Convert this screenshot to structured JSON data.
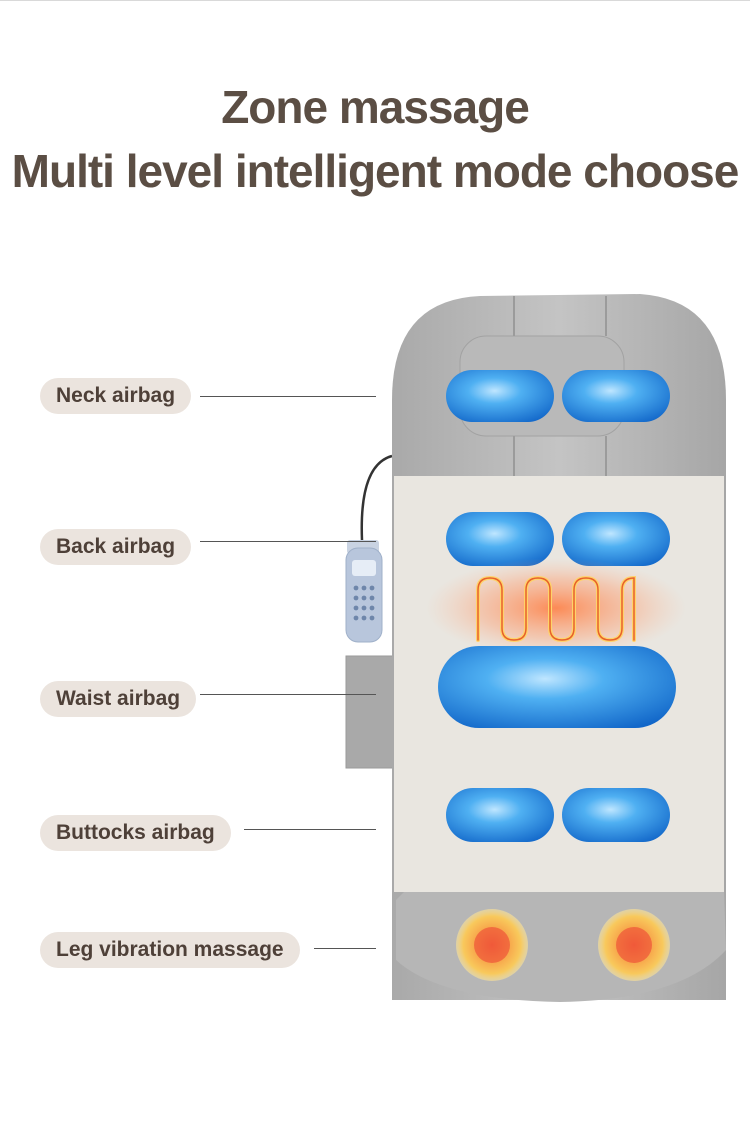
{
  "heading": {
    "line1": "Zone massage",
    "line2": "Multi level intelligent mode choose"
  },
  "labels": {
    "neck": "Neck airbag",
    "back": "Back airbag",
    "waist": "Waist airbag",
    "buttocks": "Buttocks airbag",
    "leg": "Leg vibration massage"
  },
  "colors": {
    "heading": "#5b4e44",
    "label_bg": "#ebe4de",
    "airbag": "#3a9ce8",
    "heat": "#f07a3a",
    "mat_frame": "#b8b8b8",
    "mat_inner": "#e9e6e0"
  }
}
